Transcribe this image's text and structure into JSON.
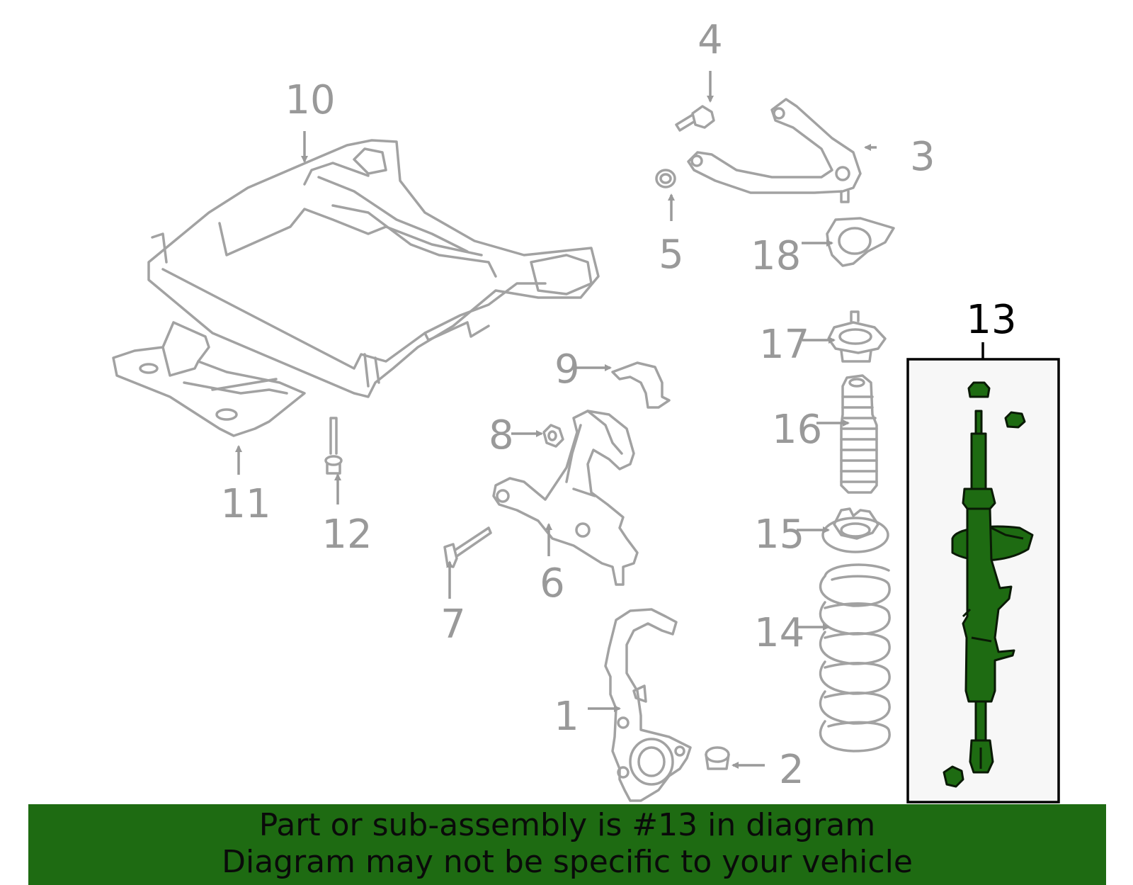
{
  "callouts": {
    "n1": "1",
    "n2": "2",
    "n3": "3",
    "n4": "4",
    "n5": "5",
    "n6": "6",
    "n7": "7",
    "n8": "8",
    "n9": "9",
    "n10": "10",
    "n11": "11",
    "n12": "12",
    "n13": "13",
    "n14": "14",
    "n15": "15",
    "n16": "16",
    "n17": "17",
    "n18": "18"
  },
  "highlight": {
    "part": "13",
    "fill_color": "#1e6b12",
    "box_color": "#000000"
  },
  "banner": {
    "line1": "Part or sub-assembly is #13 in diagram",
    "line2": "Diagram may not be specific to your vehicle",
    "background": "#1e6b12"
  }
}
